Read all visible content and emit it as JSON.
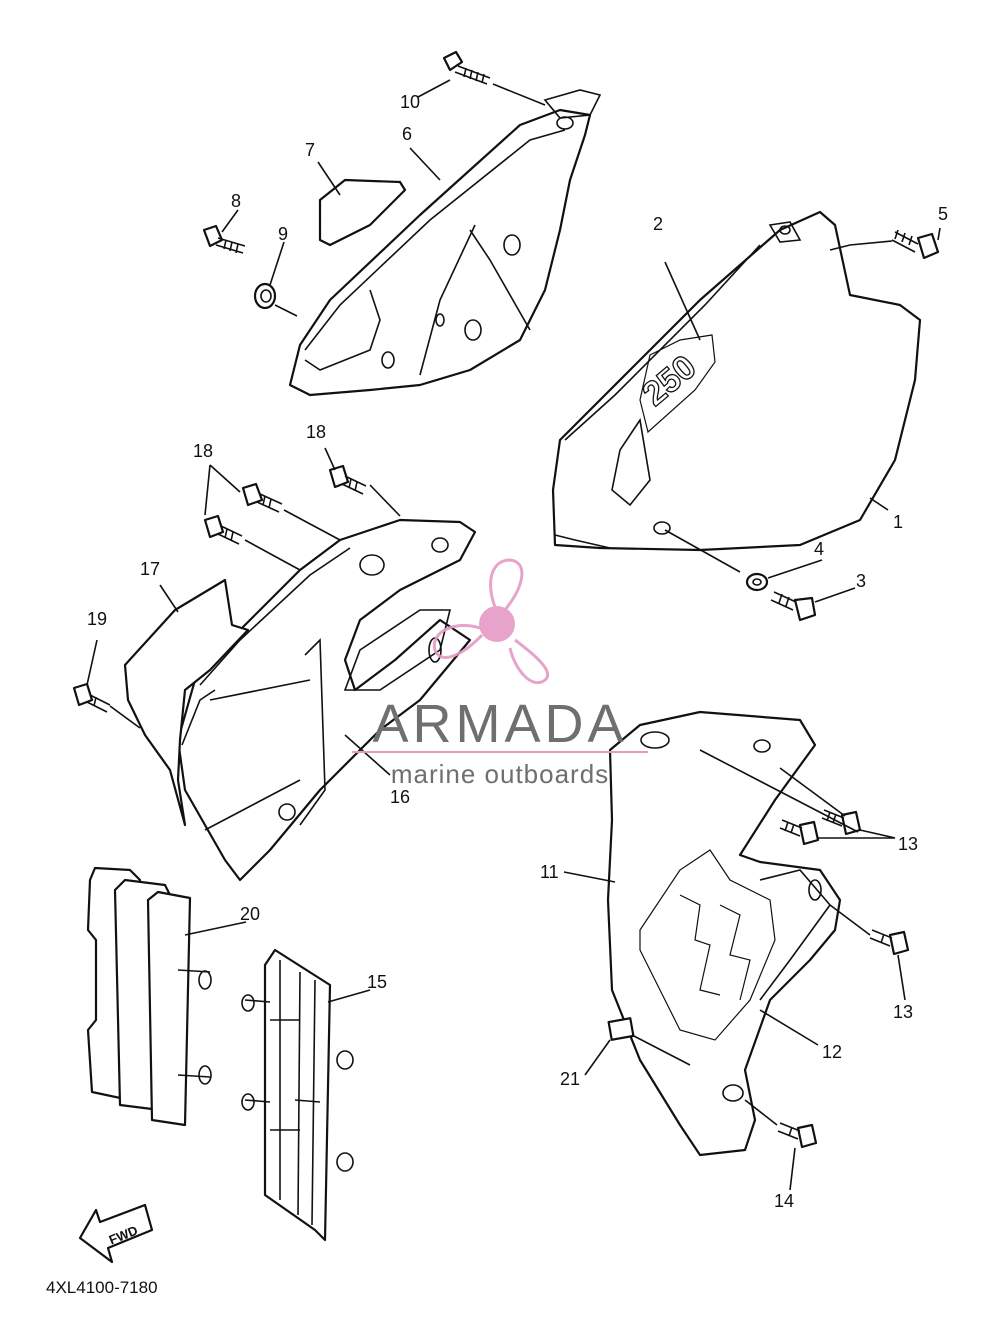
{
  "diagram": {
    "code": "4XL4100-7180",
    "fwd_label": "FWD",
    "logo_text": "250",
    "callouts": [
      "1",
      "2",
      "3",
      "4",
      "5",
      "6",
      "7",
      "8",
      "9",
      "10",
      "11",
      "12",
      "13",
      "13",
      "14",
      "15",
      "16",
      "17",
      "18",
      "18",
      "19",
      "20",
      "21"
    ]
  },
  "watermark": {
    "brand": "ARMADA",
    "tagline": "marine outboards",
    "accent": "#e59ac4"
  }
}
